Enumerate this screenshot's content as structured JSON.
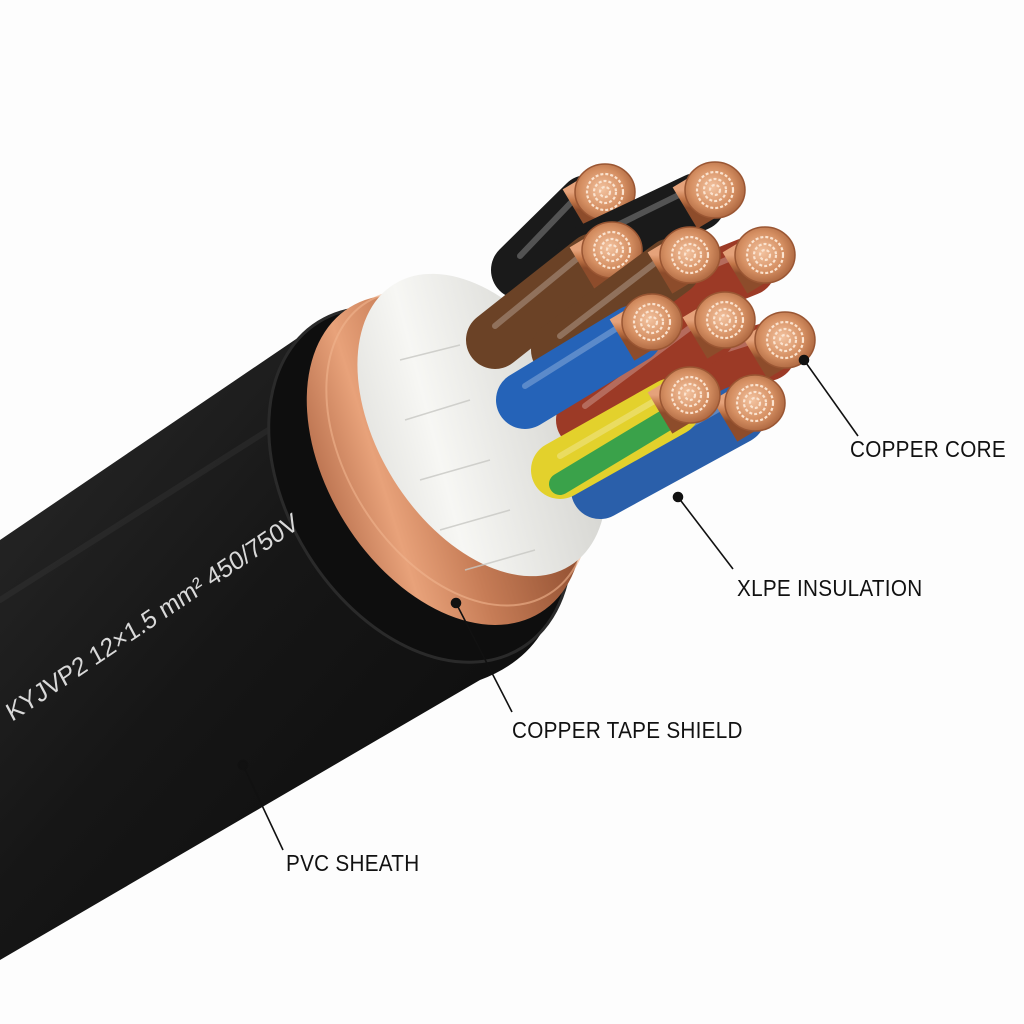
{
  "cable": {
    "marking": "KYJVP2  12×1.5 mm² 450/750V",
    "core_count": 12,
    "colors": {
      "sheath": "#161616",
      "copper_tape": "#c87f58",
      "wrap_tape": "#eeeeea",
      "copper_strand": "#d08a5e",
      "insulation": [
        "#1a1a1a",
        "#6b4226",
        "#2563b8",
        "#2a5faa",
        "#e3d12c",
        "#3aa24a",
        "#9c3a26"
      ]
    }
  },
  "callouts": [
    {
      "id": "core",
      "text": "COPPER CORE"
    },
    {
      "id": "xlpe",
      "text": "XLPE INSULATION"
    },
    {
      "id": "tape",
      "text": "COPPER TAPE SHIELD"
    },
    {
      "id": "sheath",
      "text": "PVC SHEATH"
    }
  ]
}
